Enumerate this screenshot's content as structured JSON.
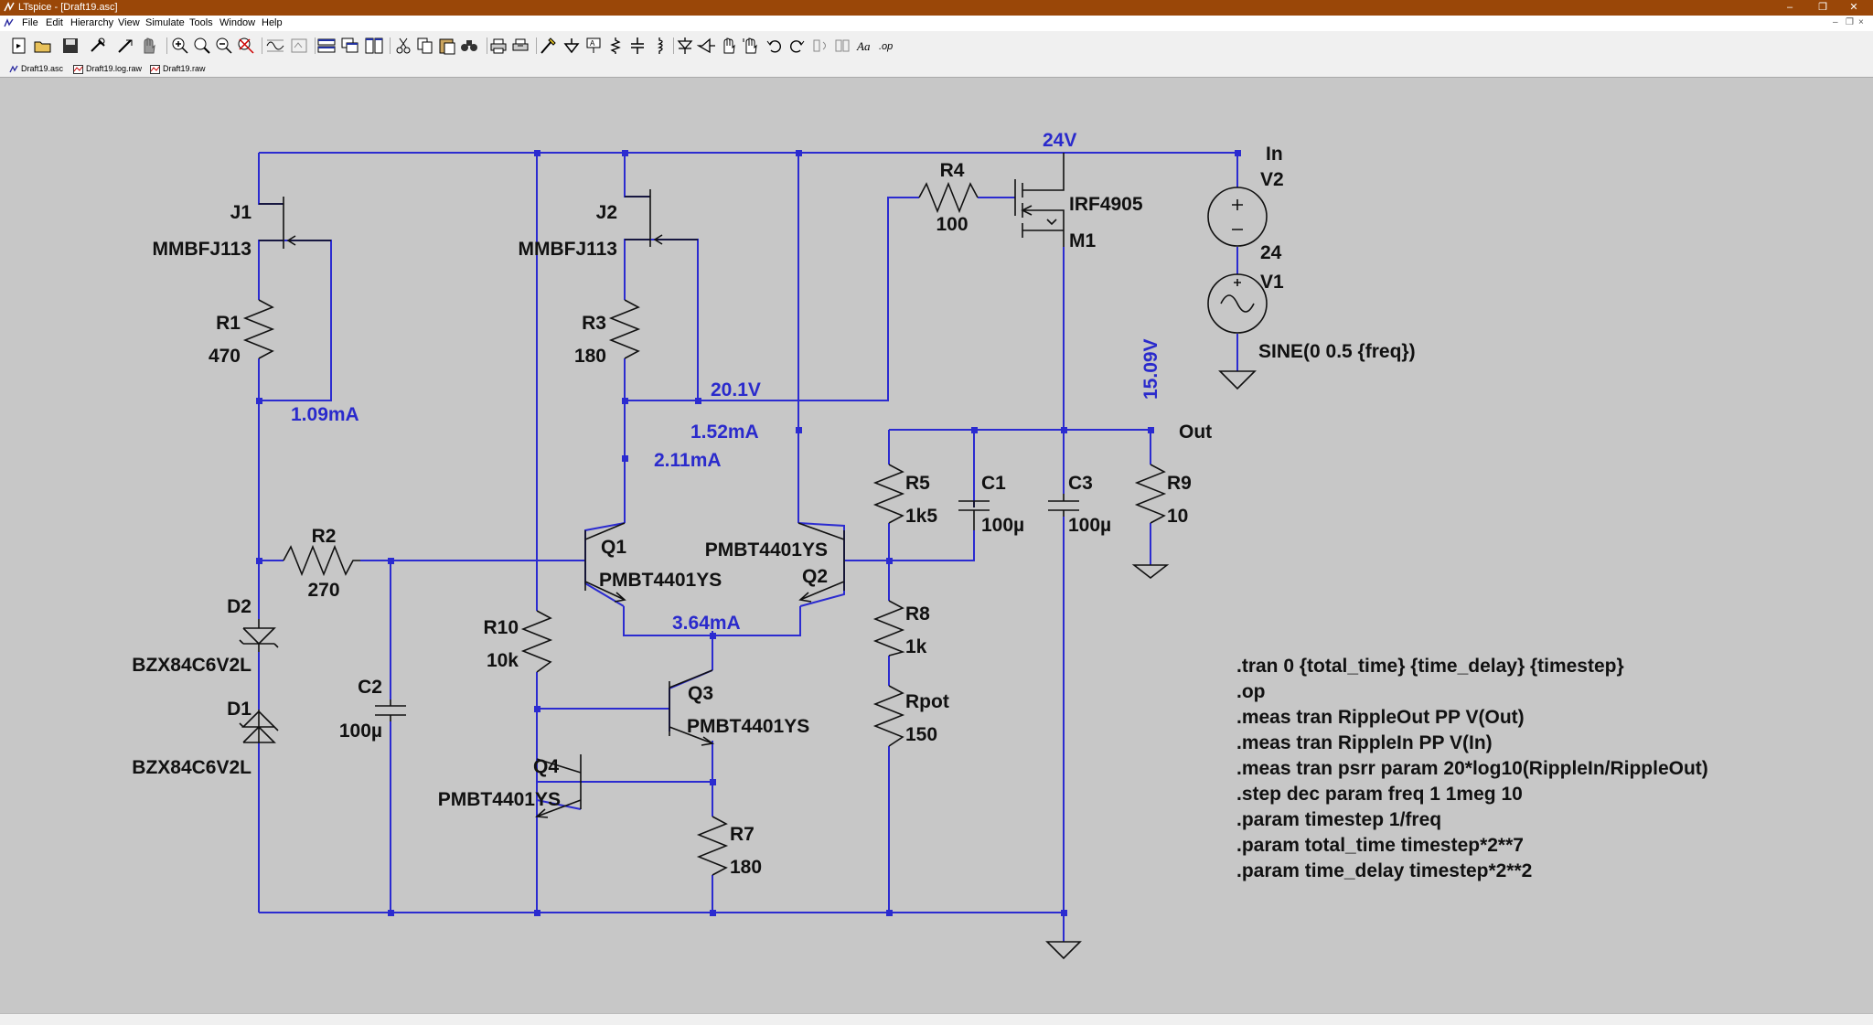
{
  "window": {
    "title": "LTspice - [Draft19.asc]",
    "controls": [
      "–",
      "❐",
      "✕"
    ]
  },
  "menu": [
    "File",
    "Edit",
    "Hierarchy",
    "View",
    "Simulate",
    "Tools",
    "Window",
    "Help"
  ],
  "mdi_controls": [
    "–",
    "❐",
    "×"
  ],
  "tabs": [
    {
      "label": "Draft19.asc",
      "icon": "schematic-icon"
    },
    {
      "label": "Draft19.log.raw",
      "icon": "waveform-icon"
    },
    {
      "label": "Draft19.raw",
      "icon": "waveform-icon"
    }
  ],
  "toolbar": [
    "new-schematic-icon",
    "open-icon",
    "save-icon",
    "control-panel-icon",
    "run-icon",
    "halt-icon",
    "zoom-in-icon",
    "zoom-pan-icon",
    "zoom-out-icon",
    "zoom-fit-icon",
    "autorange-icon",
    "zoom-area-icon",
    "tile-horizontal-icon",
    "cascade-icon",
    "tile-vertical-icon",
    "cut-icon",
    "copy-icon",
    "paste-icon",
    "find-icon",
    "print-icon",
    "print-setup-icon",
    "wire-icon",
    "ground-icon",
    "label-net-icon",
    "resistor-icon",
    "capacitor-icon",
    "inductor-icon",
    "diode-icon",
    "component-icon",
    "move-icon",
    "drag-icon",
    "undo-icon",
    "redo-icon",
    "rotate-icon",
    "mirror-icon",
    "text-icon",
    "spice-directive-icon"
  ],
  "components": {
    "J1": {
      "name": "J1",
      "value": "MMBFJ113"
    },
    "J2": {
      "name": "J2",
      "value": "MMBFJ113"
    },
    "R1": {
      "name": "R1",
      "value": "470"
    },
    "R2": {
      "name": "R2",
      "value": "270"
    },
    "R3": {
      "name": "R3",
      "value": "180"
    },
    "R4": {
      "name": "R4",
      "value": "100"
    },
    "R5": {
      "name": "R5",
      "value": "1k5"
    },
    "R7": {
      "name": "R7",
      "value": "180"
    },
    "R8": {
      "name": "R8",
      "value": "1k"
    },
    "R9": {
      "name": "R9",
      "value": "10"
    },
    "R10": {
      "name": "R10",
      "value": "10k"
    },
    "Rpot": {
      "name": "Rpot",
      "value": "150"
    },
    "C1": {
      "name": "C1",
      "value": "100µ"
    },
    "C2": {
      "name": "C2",
      "value": "100µ"
    },
    "C3": {
      "name": "C3",
      "value": "100µ"
    },
    "D1": {
      "name": "D1",
      "value": "BZX84C6V2L"
    },
    "D2": {
      "name": "D2",
      "value": "BZX84C6V2L"
    },
    "Q1": {
      "name": "Q1",
      "value": "PMBT4401YS"
    },
    "Q2": {
      "name": "Q2",
      "value": "PMBT4401YS"
    },
    "Q3": {
      "name": "Q3",
      "value": "PMBT4401YS"
    },
    "Q4": {
      "name": "Q4",
      "value": "PMBT4401YS"
    },
    "M1": {
      "name": "M1",
      "value": "IRF4905"
    },
    "V1": {
      "name": "V1",
      "value": "SINE(0 0.5 {freq})"
    },
    "V2": {
      "name": "V2",
      "value": "24"
    }
  },
  "nets": {
    "in": "In",
    "out": "Out"
  },
  "annotations": {
    "v_in": "24V",
    "v_gate": "20.1V",
    "v_out": "15.09V",
    "i_r1": "1.09mA",
    "i_q2": "1.52mA",
    "i_r3": "2.11mA",
    "i_tail": "3.64mA"
  },
  "directives": [
    ".tran 0 {total_time} {time_delay} {timestep}",
    ".op",
    ".meas tran RippleOut PP V(Out)",
    ".meas tran RippleIn PP V(In)",
    ".meas tran psrr param 20*log10(RippleIn/RippleOut)",
    ".step dec param freq 1 1meg 10",
    ".param timestep 1/freq",
    ".param total_time timestep*2**7",
    ".param time_delay timestep*2**2"
  ],
  "colors": {
    "wire": "#2b2bd0",
    "symbol": "#111111",
    "annotation": "#2a2acc",
    "background": "#c7c7c7",
    "titlebar": "#9a4708"
  }
}
